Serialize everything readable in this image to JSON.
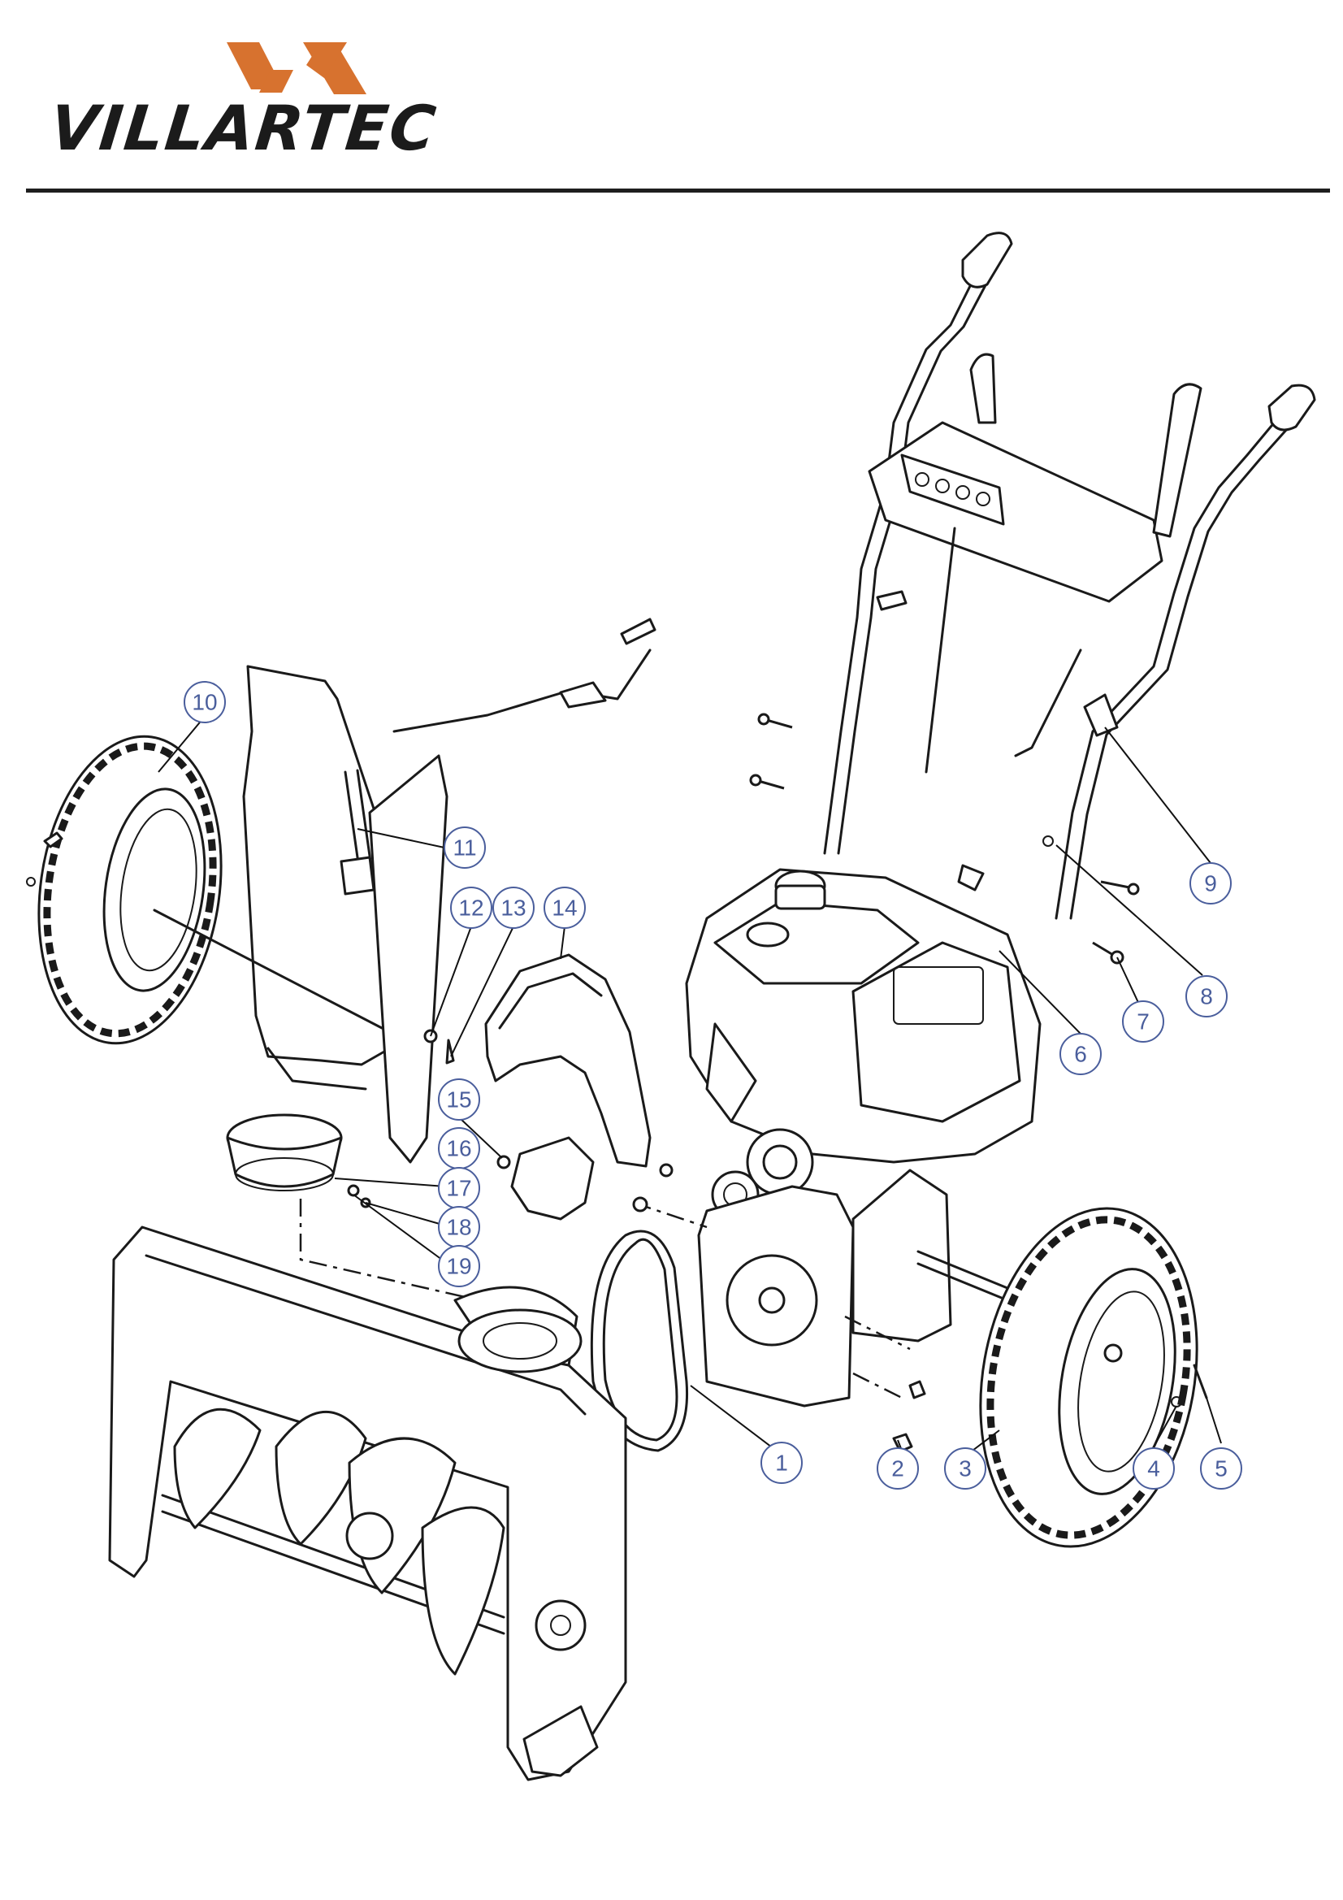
{
  "header": {
    "brand_name": "VILLARTEC",
    "brand_colors": {
      "mark": "#d7722f",
      "wordmark": "#1b1b1b"
    },
    "rule_color": "#1e1e1e"
  },
  "diagram": {
    "callout_color": "#4a5e9c",
    "callouts": [
      {
        "number": "1",
        "part": "drive-belt"
      },
      {
        "number": "2",
        "part": "flange-nut"
      },
      {
        "number": "3",
        "part": "right-wheel"
      },
      {
        "number": "4",
        "part": "lock-nut"
      },
      {
        "number": "5",
        "part": "axle-pin"
      },
      {
        "number": "6",
        "part": "handle-knob"
      },
      {
        "number": "7",
        "part": "carriage-bolt"
      },
      {
        "number": "8",
        "part": "washer"
      },
      {
        "number": "9",
        "part": "cable-guide"
      },
      {
        "number": "10",
        "part": "left-wheel"
      },
      {
        "number": "11",
        "part": "chute-crank-rod"
      },
      {
        "number": "12",
        "part": "bolt"
      },
      {
        "number": "13",
        "part": "clip"
      },
      {
        "number": "14",
        "part": "belt-cover"
      },
      {
        "number": "15",
        "part": "screw"
      },
      {
        "number": "16",
        "part": "chute-bracket"
      },
      {
        "number": "17",
        "part": "chute-ring"
      },
      {
        "number": "18",
        "part": "nut"
      },
      {
        "number": "19",
        "part": "bolt-small"
      }
    ]
  }
}
